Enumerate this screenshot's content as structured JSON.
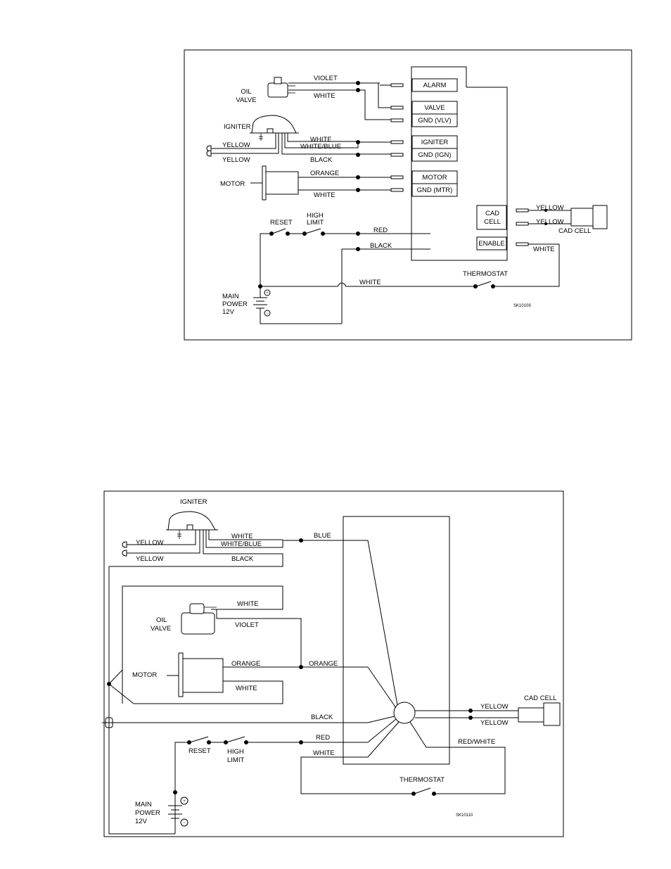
{
  "diagram1": {
    "labels": {
      "oil_valve": "OIL\nVALVE",
      "igniter": "IGNITER",
      "motor": "MOTOR",
      "violet": "VIOLET",
      "white_valve": "WHITE",
      "white_ign": "WHITE",
      "white_blue": "WHITE/BLUE",
      "yellow1": "YELLOW",
      "yellow2": "YELLOW",
      "black_ign": "BLACK",
      "orange": "ORANGE",
      "white_motor": "WHITE",
      "reset": "RESET",
      "high_limit": "HIGH\nLIMIT",
      "red": "RED",
      "black_power": "BLACK",
      "white_bottom": "WHITE",
      "thermostat": "THERMOSTAT",
      "main_power": "MAIN\nPOWER\n12V",
      "plus": "+",
      "minus": "−",
      "cad_yellow1": "YELLOW",
      "cad_yellow2": "YELLOW",
      "cad_cell": "CAD CELL",
      "white_enable": "WHITE",
      "code": "SK10109"
    },
    "terminals": [
      "ALARM",
      "VALVE",
      "GND (VLV)",
      "IGNITER",
      "GND (IGN)",
      "MOTOR",
      "GND (MTR)"
    ],
    "cad_box": "CAD\nCELL",
    "enable_box": "ENABLE"
  },
  "diagram2": {
    "labels": {
      "igniter": "IGNITER",
      "yellow1": "YELLOW",
      "yellow2": "YELLOW",
      "white_ign": "WHITE",
      "white_blue": "WHITE/BLUE",
      "black_ign": "BLACK",
      "blue": "BLUE",
      "white_valve": "WHITE",
      "oil_valve": "OIL\nVALVE",
      "violet": "VIOLET",
      "motor": "MOTOR",
      "orange_motor": "ORANGE",
      "orange": "ORANGE",
      "white_motor": "WHITE",
      "black": "BLACK",
      "red": "RED",
      "white": "WHITE",
      "reset": "RESET",
      "high_limit": "HIGH\nLIMIT",
      "thermostat": "THERMOSTAT",
      "red_white": "RED/WHITE",
      "cad_yellow1": "YELLOW",
      "cad_yellow2": "YELLOW",
      "cad_cell": "CAD CELL",
      "main_power": "MAIN\nPOWER\n12V",
      "plus": "+",
      "minus": "−",
      "code": "SK10110"
    }
  }
}
